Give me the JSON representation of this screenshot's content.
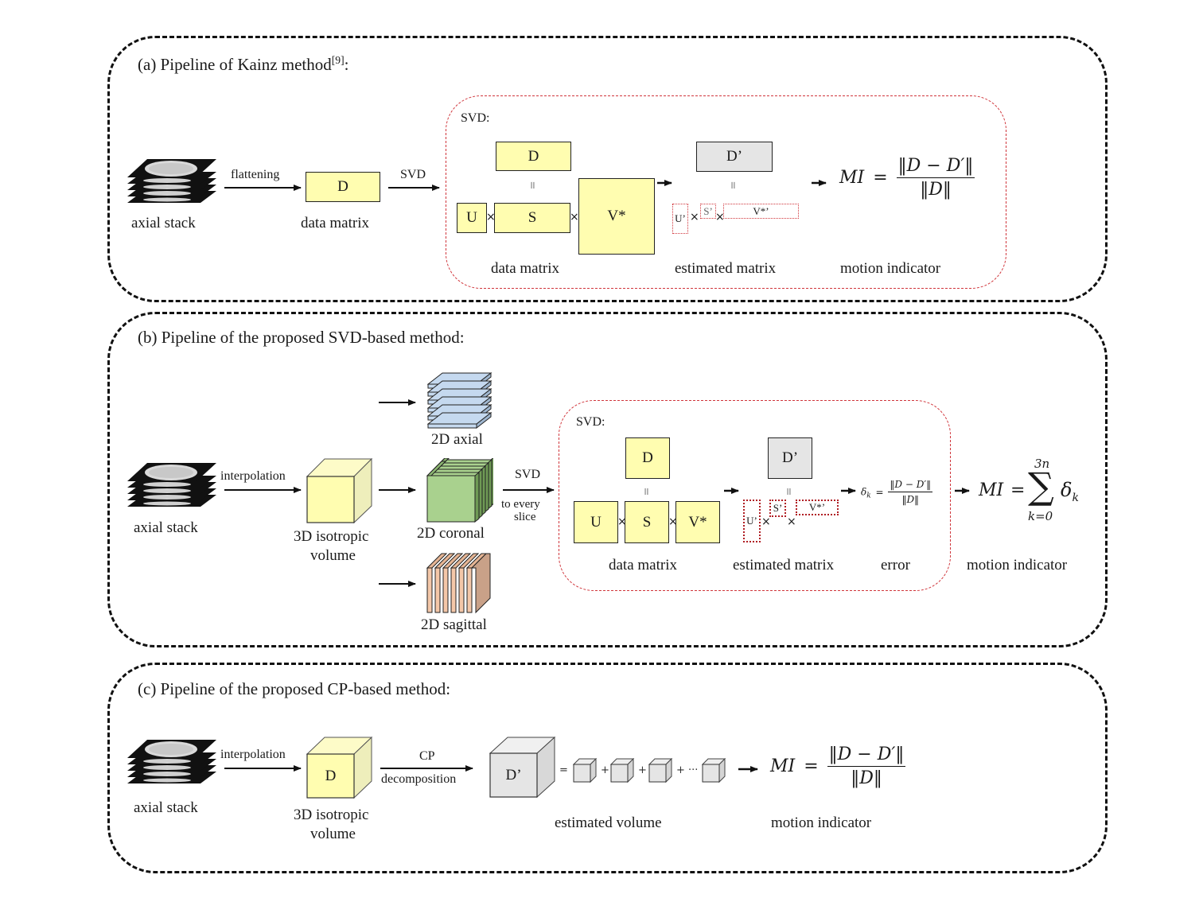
{
  "panel_a": {
    "title": "(a) Pipeline of Kainz method",
    "title_ref": "[9]",
    "title_suffix": ":",
    "input_label": "axial stack",
    "arrow1_label": "flattening",
    "data_matrix_box": "D",
    "data_matrix_label": "data matrix",
    "arrow2_label": "SVD",
    "svd": {
      "heading": "SVD:",
      "D": "D",
      "equals": "=",
      "U": "U",
      "S": "S",
      "V": "V*",
      "times": "×",
      "data_matrix_label": "data matrix",
      "D_prime": "D’",
      "U_prime": "U’",
      "S_prime": "S’",
      "V_prime": "V*’",
      "estimated_label": "estimated matrix"
    },
    "mi_lhs": "MI",
    "mi_eq": "=",
    "mi_num": "‖D − D′‖",
    "mi_den": "‖D‖",
    "mi_label": "motion indicator"
  },
  "panel_b": {
    "title": "(b) Pipeline of  the proposed SVD-based method:",
    "input_label": "axial stack",
    "arrow1_label": "interpolation",
    "volume_label_1": "3D isotropic",
    "volume_label_2": "volume",
    "axial_label": "2D axial",
    "coronal_label": "2D coronal",
    "sagittal_label": "2D sagittal",
    "arrow_svd_label": "SVD",
    "arrow_svd_sub_1": "to every",
    "arrow_svd_sub_2": "slice",
    "svd": {
      "heading": "SVD:",
      "D": "D",
      "equals": "=",
      "U": "U",
      "S": "S",
      "V": "V*",
      "times": "×",
      "data_matrix_label": "data matrix",
      "D_prime": "D’",
      "U_prime": "U’",
      "S_prime": "S’",
      "V_prime": "V*’",
      "estimated_label": "estimated matrix",
      "error_lhs": "δ",
      "error_sub": "k",
      "error_eq": "=",
      "error_num": "‖D − D′‖",
      "error_den": "‖D‖",
      "error_label": "error"
    },
    "mi_lhs": "MI",
    "mi_eq": "=",
    "mi_sum": "∑",
    "mi_upper": "3n",
    "mi_lower": "k=0",
    "mi_term": "δ",
    "mi_term_sub": "k",
    "mi_label": "motion indicator"
  },
  "panel_c": {
    "title": "(c) Pipeline of  the proposed CP-based method:",
    "input_label": "axial stack",
    "arrow1_label": "interpolation",
    "volume_box": "D",
    "volume_label_1": "3D isotropic",
    "volume_label_2": "volume",
    "arrow2_label_1": "CP",
    "arrow2_label_2": "decomposition",
    "estimated_box": "D’",
    "sum_eq": "=",
    "plus": "+",
    "ellipsis": "+ ···",
    "estimated_label": "estimated volume",
    "mi_lhs": "MI",
    "mi_eq": "=",
    "mi_num": "‖D − D′‖",
    "mi_den": "‖D‖",
    "mi_label": "motion indicator"
  },
  "colors": {
    "yellow_fill": "#fffdb0",
    "grey_fill": "#e5e5e5",
    "red_dash": "#d0353b",
    "axial_blue": "#c5d9ef",
    "coronal_green": "#a9d18e",
    "sagittal_peach": "#f4c7a8"
  }
}
